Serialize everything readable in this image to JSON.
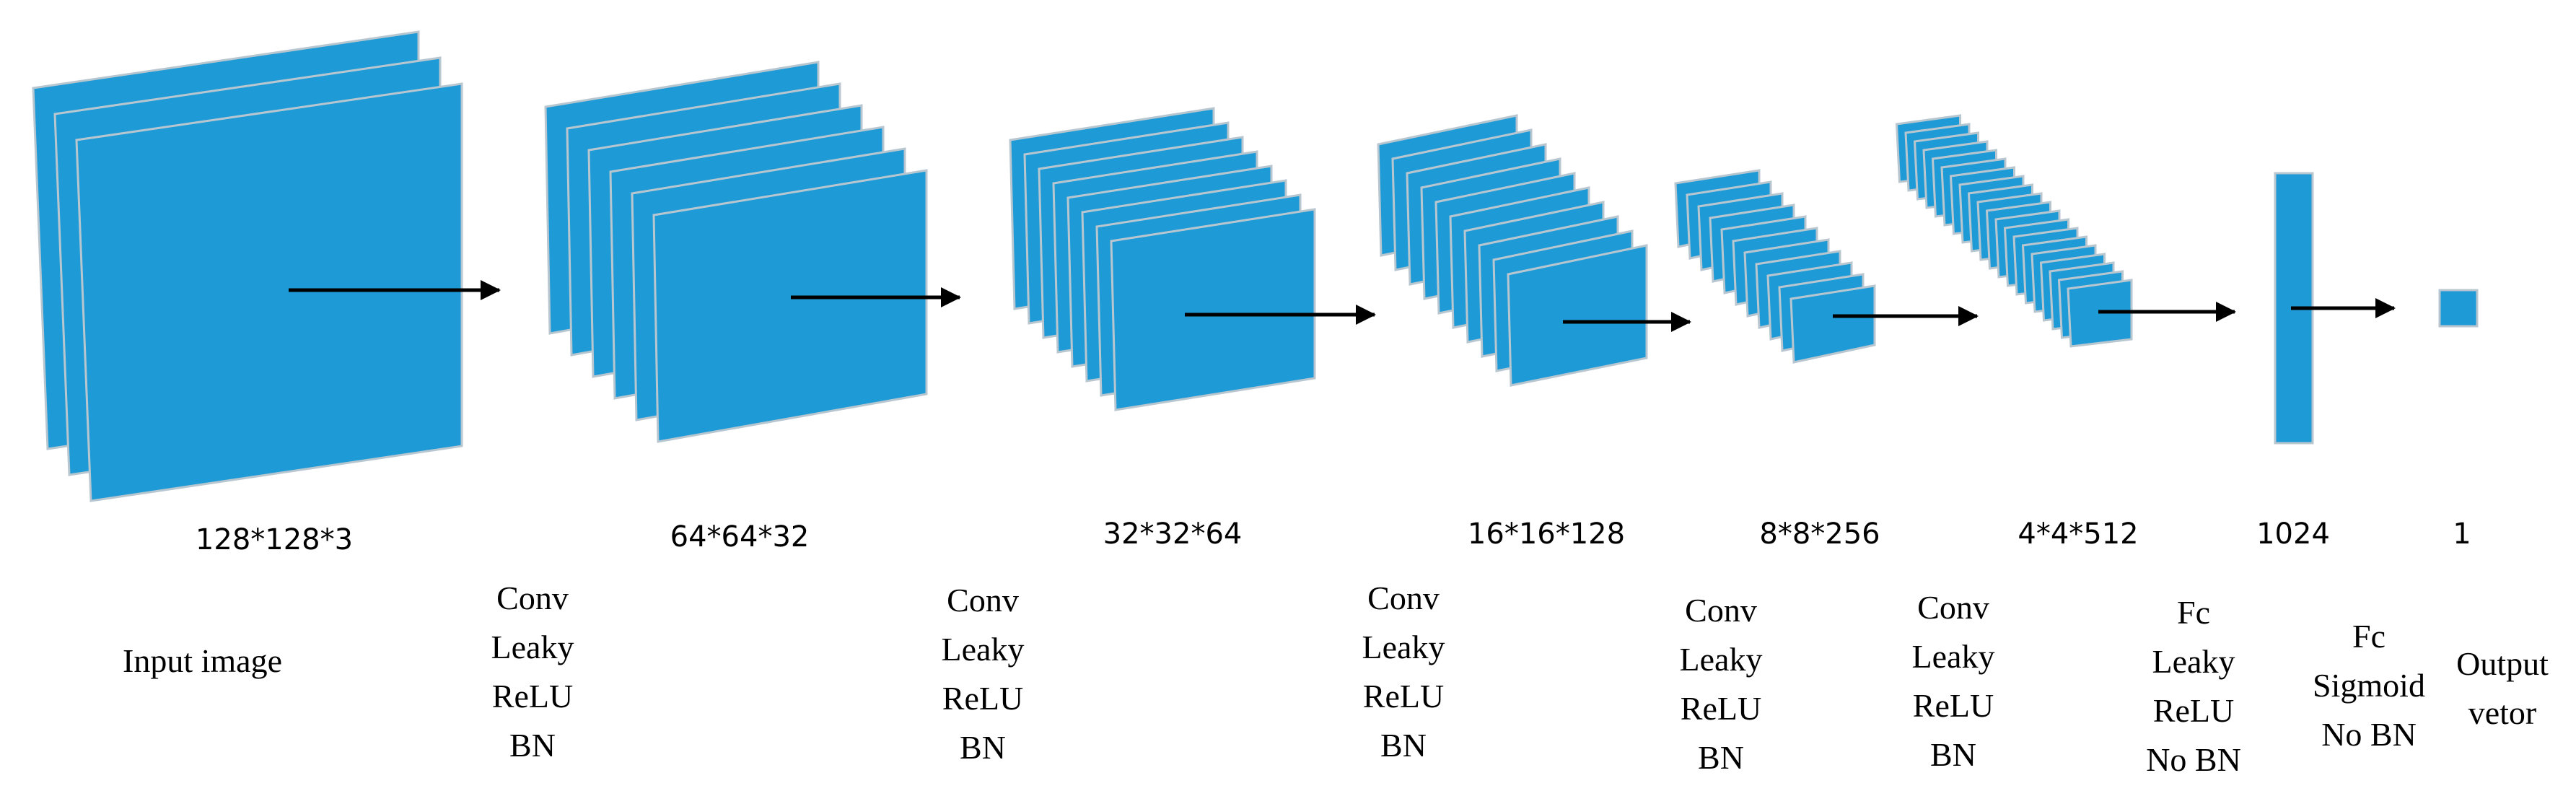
{
  "colors": {
    "fill": "#1e9bd7",
    "edge": "#b8c6d0",
    "arrow": "#000000"
  },
  "input_label": "Input image",
  "dims": [
    "128*128*3",
    "64*64*32",
    "32*32*64",
    "16*16*128",
    "8*8*256",
    "4*4*512",
    "1024",
    "1"
  ],
  "ops": [
    {
      "lines": [
        "Conv",
        "Leaky",
        "ReLU",
        "BN"
      ]
    },
    {
      "lines": [
        "Conv",
        "Leaky",
        "ReLU",
        "BN"
      ]
    },
    {
      "lines": [
        "Conv",
        "Leaky",
        "ReLU",
        "BN"
      ]
    },
    {
      "lines": [
        "Conv",
        "Leaky",
        "ReLU",
        "BN"
      ]
    },
    {
      "lines": [
        "Conv",
        "Leaky",
        "ReLU",
        "BN"
      ]
    },
    {
      "lines": [
        "Fc",
        "Leaky",
        "ReLU",
        "No BN"
      ]
    },
    {
      "lines": [
        "Fc",
        "Sigmoid",
        "No BN"
      ]
    },
    {
      "lines": [
        "Output",
        "vetor"
      ]
    }
  ]
}
